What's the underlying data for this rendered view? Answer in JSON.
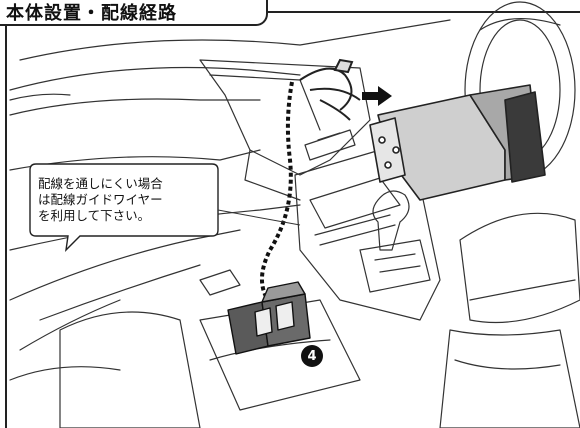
{
  "header": {
    "title": "本体設置・配線経路"
  },
  "callout": {
    "lines": [
      "配線を通しにくい場合",
      "は配線ガイドワイヤー",
      "を利用して下さい。"
    ]
  },
  "step_badge": {
    "label": "4"
  },
  "icons": {
    "badge_shape": "black-circle-number",
    "direction": "arrow-right"
  }
}
